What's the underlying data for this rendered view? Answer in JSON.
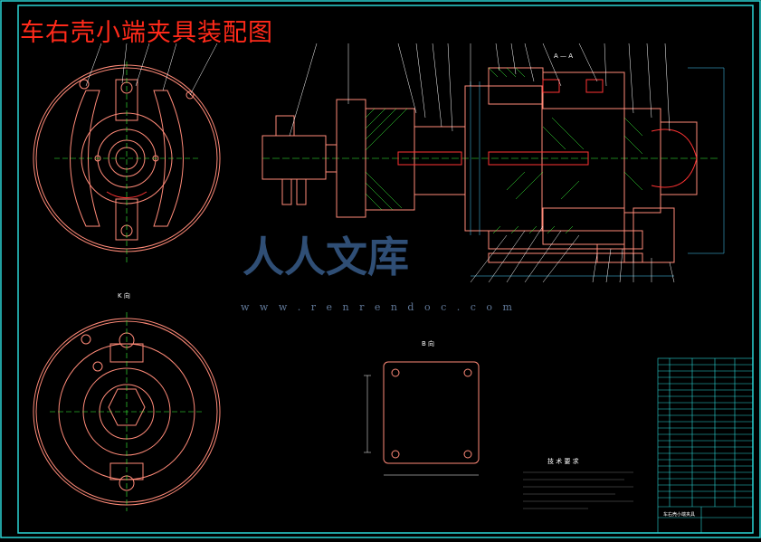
{
  "drawing": {
    "title": "车右壳小端夹具装配图",
    "view_k": "K 向",
    "view_b": "B 向",
    "tech_title": "技 术 要 求",
    "section_label": "A — A"
  },
  "watermark": {
    "text": "人人文库",
    "url": "w w w . r e n r e n d o c . c o m"
  },
  "title_block": {
    "name": "车右壳小端夹具"
  },
  "colors": {
    "background": "#000000",
    "frame": "#2ad4d4",
    "part_lines": "#ff8a78",
    "hatch": "#3cff3c",
    "leader": "#ffffff",
    "dimension": "#4ad0ff",
    "title": "#ff2a1a"
  }
}
